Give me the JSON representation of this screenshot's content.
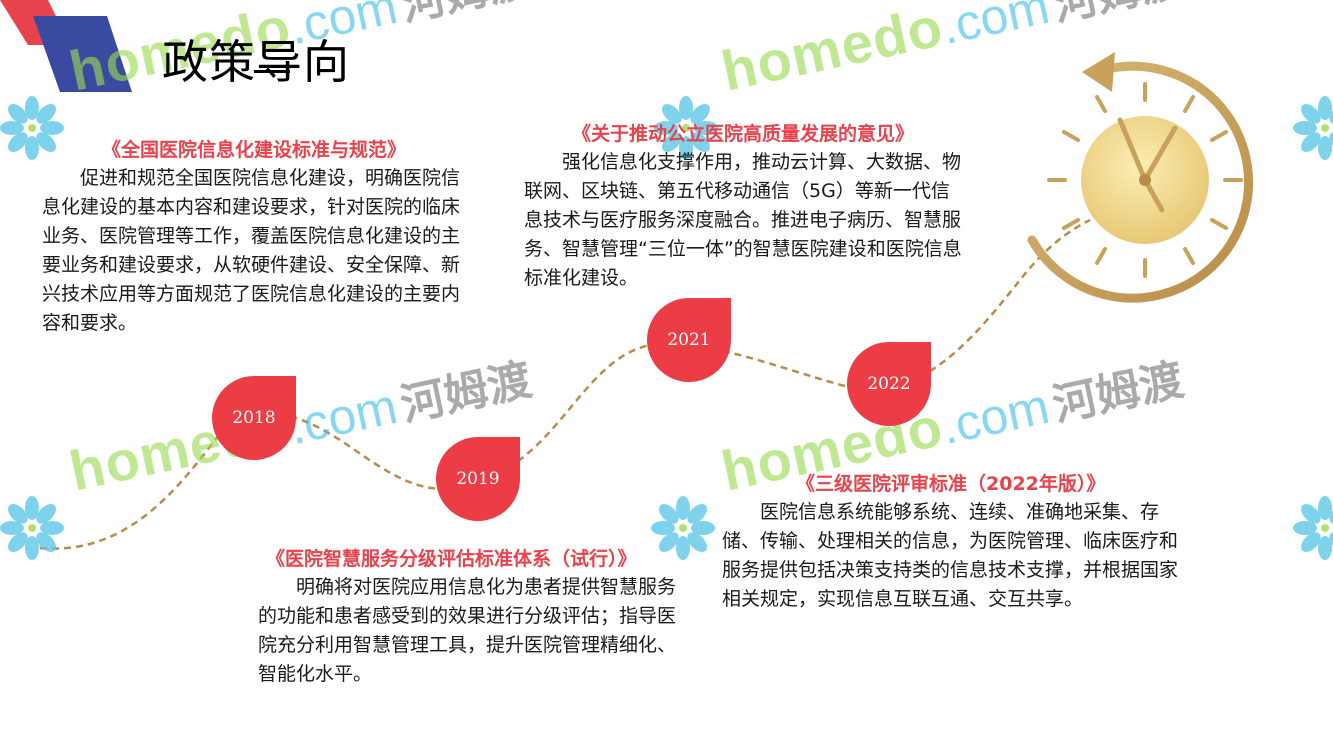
{
  "page": {
    "title": "政策导向"
  },
  "watermark": {
    "brand_home": "homedo",
    "brand_com": ".com",
    "brand_cn": "河姆渡"
  },
  "timeline": {
    "years": [
      "2018",
      "2019",
      "2021",
      "2022"
    ]
  },
  "policies": [
    {
      "title": "《全国医院信息化建设标准与规范》",
      "body": "促进和规范全国医院信息化建设，明确医院信息化建设的基本内容和建设要求，针对医院的临床业务、医院管理等工作，覆盖医院信息化建设的主要业务和建设要求，从软硬件建设、安全保障、新兴技术应用等方面规范了医院信息化建设的主要内容和要求。"
    },
    {
      "title": "《医院智慧服务分级评估标准体系（试行）》",
      "body": "明确将对医院应用信息化为患者提供智慧服务的功能和患者感受到的效果进行分级评估；指导医院充分利用智慧管理工具，提升医院管理精细化、智能化水平。"
    },
    {
      "title": "《关于推动公立医院高质量发展的意见》",
      "body": "强化信息化支撑作用，推动云计算、大数据、物联网、区块链、第五代移动通信（5G）等新一代信息技术与医疗服务深度融合。推进电子病历、智慧服务、智慧管理“三位一体”的智慧医院建设和医院信息标准化建设。"
    },
    {
      "title": "《三级医院评审标准（2022年版）》",
      "body": "医院信息系统能够系统、连续、准确地采集、存储、传输、处理相关的信息，为医院管理、临床医疗和服务提供包括决策支持类的信息技术支撑，并根据国家相关规定，实现信息互联互通、交互共享。"
    }
  ],
  "colors": {
    "accent_red": "#ec3d47",
    "title_red": "#e8424c",
    "gold": "#c9a15a",
    "navy": "#3a4aa0"
  },
  "icons": [
    "corner-logo-icon",
    "clock-icon",
    "flower-logo-icon"
  ]
}
